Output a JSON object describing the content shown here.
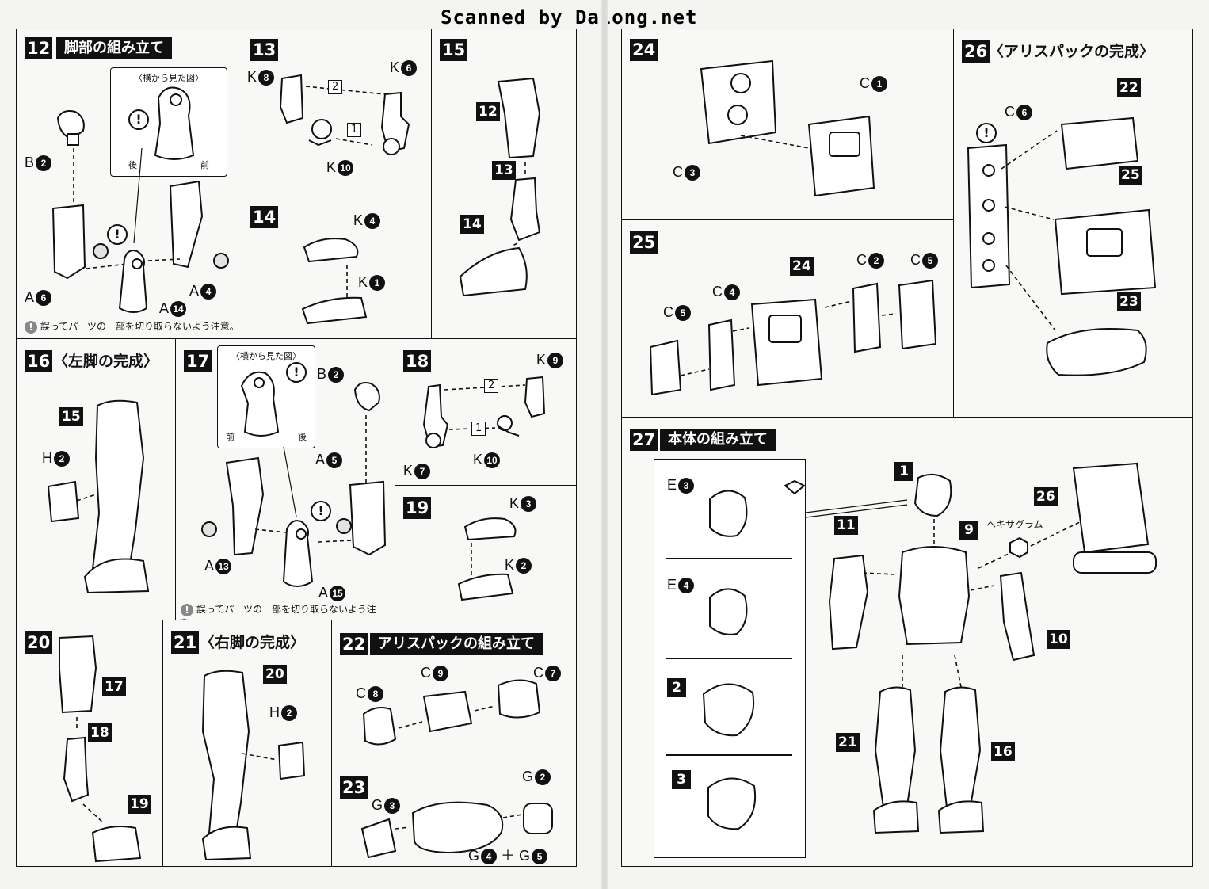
{
  "watermark": "Scanned by Dalong.net",
  "common": {
    "side_view_caption": "〈横から見た図〉",
    "rear": "後",
    "front": "前",
    "caution_note": "誤ってパーツの一部を切り取らないよう注意。"
  },
  "steps": {
    "s12": {
      "num": "12",
      "title": "脚部の組み立て",
      "labels": {
        "b2": "B",
        "a6": "A",
        "a4": "A",
        "a14": "A"
      },
      "nums": {
        "b2": "2",
        "a6": "6",
        "a4": "4",
        "a14": "14"
      }
    },
    "s13": {
      "num": "13",
      "labels": {
        "k8": "K",
        "k6": "K",
        "k10": "K"
      },
      "nums": {
        "k8": "8",
        "k6": "6",
        "k10": "10"
      },
      "order": [
        "2",
        "1"
      ]
    },
    "s14": {
      "num": "14",
      "labels": {
        "k4": "K",
        "k1": "K"
      },
      "nums": {
        "k4": "4",
        "k1": "1"
      }
    },
    "s15": {
      "num": "15",
      "refs": [
        "12",
        "13",
        "14"
      ]
    },
    "s16": {
      "num": "16",
      "title": "〈左脚の完成〉",
      "refs": [
        "15"
      ],
      "labels": {
        "h2": "H"
      },
      "nums": {
        "h2": "2"
      }
    },
    "s17": {
      "num": "17",
      "labels": {
        "b2": "B",
        "a5": "A",
        "a13": "A",
        "a15": "A"
      },
      "nums": {
        "b2": "2",
        "a5": "5",
        "a13": "13",
        "a15": "15"
      }
    },
    "s18": {
      "num": "18",
      "labels": {
        "k9": "K",
        "k7": "K",
        "k10": "K"
      },
      "nums": {
        "k9": "9",
        "k7": "7",
        "k10": "10"
      },
      "order": [
        "2",
        "1"
      ]
    },
    "s19": {
      "num": "19",
      "labels": {
        "k3": "K",
        "k2": "K"
      },
      "nums": {
        "k3": "3",
        "k2": "2"
      }
    },
    "s20": {
      "num": "20",
      "refs": [
        "17",
        "18",
        "19"
      ]
    },
    "s21": {
      "num": "21",
      "title": "〈右脚の完成〉",
      "refs": [
        "20"
      ],
      "labels": {
        "h2": "H"
      },
      "nums": {
        "h2": "2"
      }
    },
    "s22": {
      "num": "22",
      "title": "アリスパックの組み立て",
      "labels": {
        "c8": "C",
        "c9": "C",
        "c7": "C"
      },
      "nums": {
        "c8": "8",
        "c9": "9",
        "c7": "7"
      }
    },
    "s23": {
      "num": "23",
      "labels": {
        "g2": "G",
        "g3": "G",
        "g4": "G",
        "g5": "G",
        "plus": "＋"
      },
      "nums": {
        "g2": "2",
        "g3": "3",
        "g4": "4",
        "g5": "5"
      }
    },
    "s24": {
      "num": "24",
      "labels": {
        "c1": "C",
        "c3": "C"
      },
      "nums": {
        "c1": "1",
        "c3": "3"
      }
    },
    "s25": {
      "num": "25",
      "refs": [
        "24"
      ],
      "labels": {
        "c5": "C",
        "c4": "C",
        "c2": "C",
        "c5b": "C"
      },
      "nums": {
        "c5": "5",
        "c4": "4",
        "c2": "2",
        "c5b": "5"
      }
    },
    "s26": {
      "num": "26",
      "title": "〈アリスパックの完成〉",
      "refs": [
        "22",
        "25",
        "23"
      ],
      "labels": {
        "c6": "C"
      },
      "nums": {
        "c6": "6"
      }
    },
    "s27": {
      "num": "27",
      "title": "本体の組み立て",
      "refs": {
        "r1": "1",
        "r26": "26",
        "r9": "9",
        "r11": "11",
        "r10": "10",
        "r21": "21",
        "r16": "16",
        "r2": "2",
        "r3": "3"
      },
      "hexagram": "ヘキサグラム",
      "labels": {
        "e3": "E",
        "e4": "E"
      },
      "nums": {
        "e3": "3",
        "e4": "4"
      }
    }
  }
}
